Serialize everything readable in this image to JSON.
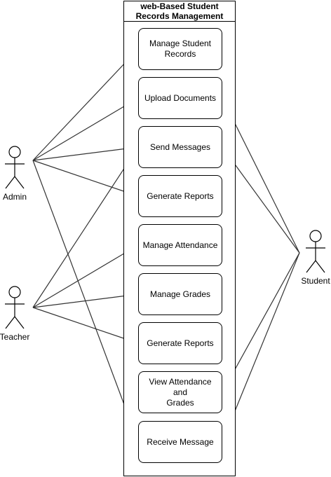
{
  "system": {
    "title": "web-Based Student\nRecords Management"
  },
  "use_cases": [
    {
      "id": "manage-student-records",
      "label": "Manage Student\nRecords"
    },
    {
      "id": "upload-documents",
      "label": "Upload Documents"
    },
    {
      "id": "send-messages",
      "label": "Send Messages"
    },
    {
      "id": "generate-reports-1",
      "label": "Generate Reports"
    },
    {
      "id": "manage-attendance",
      "label": "Manage Attendance"
    },
    {
      "id": "manage-grades",
      "label": "Manage Grades"
    },
    {
      "id": "generate-reports-2",
      "label": "Generate Reports"
    },
    {
      "id": "view-attendance-grades",
      "label": "View Attendance and\nGrades"
    },
    {
      "id": "receive-message",
      "label": "Receive Message"
    }
  ],
  "actors": [
    {
      "id": "admin",
      "label": "Admin"
    },
    {
      "id": "teacher",
      "label": "Teacher"
    },
    {
      "id": "student",
      "label": "Student"
    }
  ],
  "associations": [
    {
      "from": "admin",
      "to": "manage-student-records"
    },
    {
      "from": "admin",
      "to": "upload-documents"
    },
    {
      "from": "admin",
      "to": "send-messages"
    },
    {
      "from": "admin",
      "to": "generate-reports-1"
    },
    {
      "from": "admin",
      "to": "receive-message"
    },
    {
      "from": "teacher",
      "to": "send-messages"
    },
    {
      "from": "teacher",
      "to": "manage-attendance"
    },
    {
      "from": "teacher",
      "to": "manage-grades"
    },
    {
      "from": "teacher",
      "to": "generate-reports-2"
    },
    {
      "from": "student",
      "to": "upload-documents"
    },
    {
      "from": "student",
      "to": "send-messages"
    },
    {
      "from": "student",
      "to": "view-attendance-grades"
    },
    {
      "from": "student",
      "to": "receive-message"
    }
  ],
  "colors": {
    "stroke": "#000000",
    "line": "#333333",
    "background": "#ffffff"
  }
}
